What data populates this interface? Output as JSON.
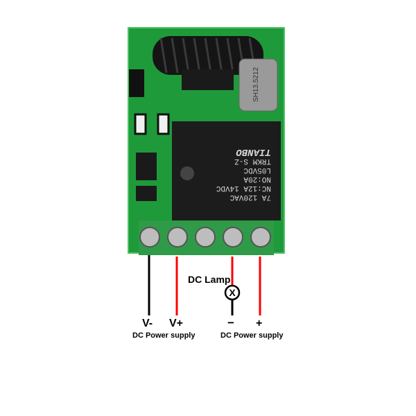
{
  "board": {
    "pcb_color": "#1f9a3a",
    "relay_color": "#1c1c1c",
    "relay_markings": [
      "7A 120VAC",
      "NC:12A 14VDC",
      "NO:20A",
      "L05VDC",
      "TRKM S-Z",
      "TIANBO"
    ],
    "crystal_marking": "SH13.5212",
    "terminal_count": 5
  },
  "wiring": {
    "lamp_label": "DC Lamp",
    "left_negative_label": "V-",
    "left_positive_label": "V+",
    "left_supply_label": "DC Power supply",
    "right_negative_label": "−",
    "right_positive_label": "+",
    "right_supply_label": "DC Power supply",
    "wire_colors": {
      "negative": "#000000",
      "positive": "#ff0000"
    }
  }
}
